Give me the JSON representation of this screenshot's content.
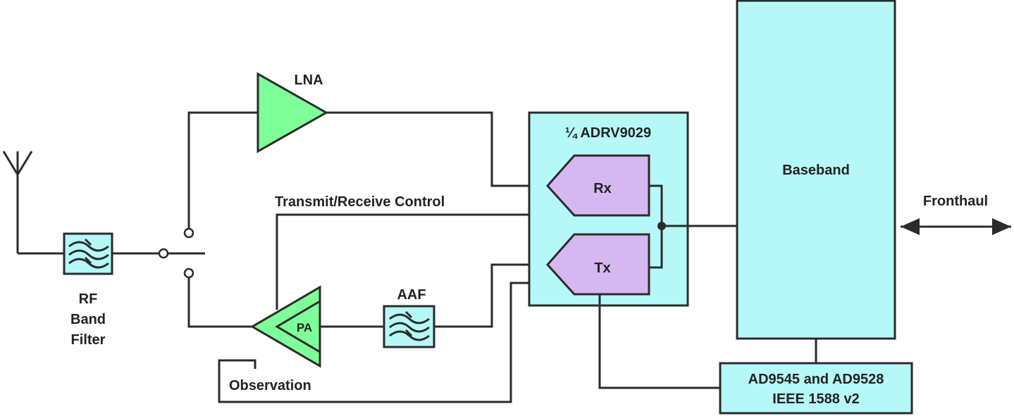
{
  "colors": {
    "block_fill": "#b6f8f8",
    "amplifier_fill": "#7eff9a",
    "converter_fill": "#d6b8f0",
    "line": "#2b2b2b"
  },
  "labels": {
    "lna": "LNA",
    "transceiver": "¼ ADRV9029",
    "rx": "Rx",
    "tx": "Tx",
    "baseband": "Baseband",
    "fronthaul": "Fronthaul",
    "trx_control": "Transmit/Receive Control",
    "aaf": "AAF",
    "pa": "PA",
    "rf_filter": [
      "RF",
      "Band",
      "Filter"
    ],
    "observation": "Observation",
    "clock_chip": [
      "AD9545 and AD9528",
      "IEEE 1588 v2"
    ]
  },
  "icons": {
    "antenna": "antenna-icon",
    "filter": "bandpass-filter-icon",
    "switch": "rf-switch-icon"
  }
}
